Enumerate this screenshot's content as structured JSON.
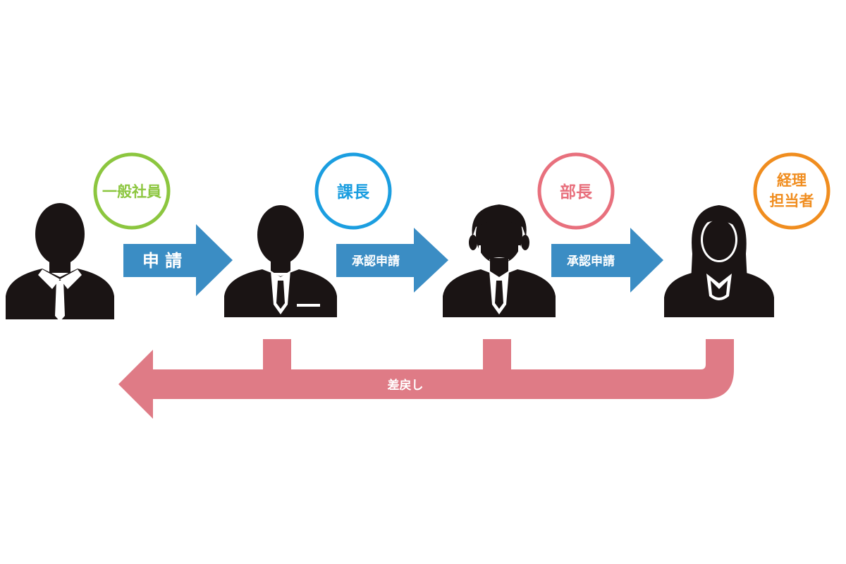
{
  "colors": {
    "background": "#ffffff",
    "silhouette": "#1a1414",
    "forward_arrow": "#3b8dc4",
    "return_arrow": "#df7b86",
    "employee_ring": "#8cc63f",
    "section_chief_ring": "#1b9ee0",
    "department_head_ring": "#e8707d",
    "accounting_ring": "#f08d1f",
    "arrow_text": "#ffffff",
    "person_accent": "#ffffff"
  },
  "roles": {
    "employee": {
      "label": "一般社員",
      "icon": "businessman-icon"
    },
    "section_chief": {
      "label": "課長",
      "icon": "businessman-suit-icon"
    },
    "department_head": {
      "label": "部長",
      "icon": "businessman-mustache-icon"
    },
    "accounting": {
      "label_line1": "経理",
      "label_line2": "担当者",
      "icon": "businesswoman-icon"
    }
  },
  "flow": {
    "step1_label": "申 請",
    "step2_label": "承認申請",
    "step3_label": "承認申請",
    "return_label": "差戻し"
  }
}
